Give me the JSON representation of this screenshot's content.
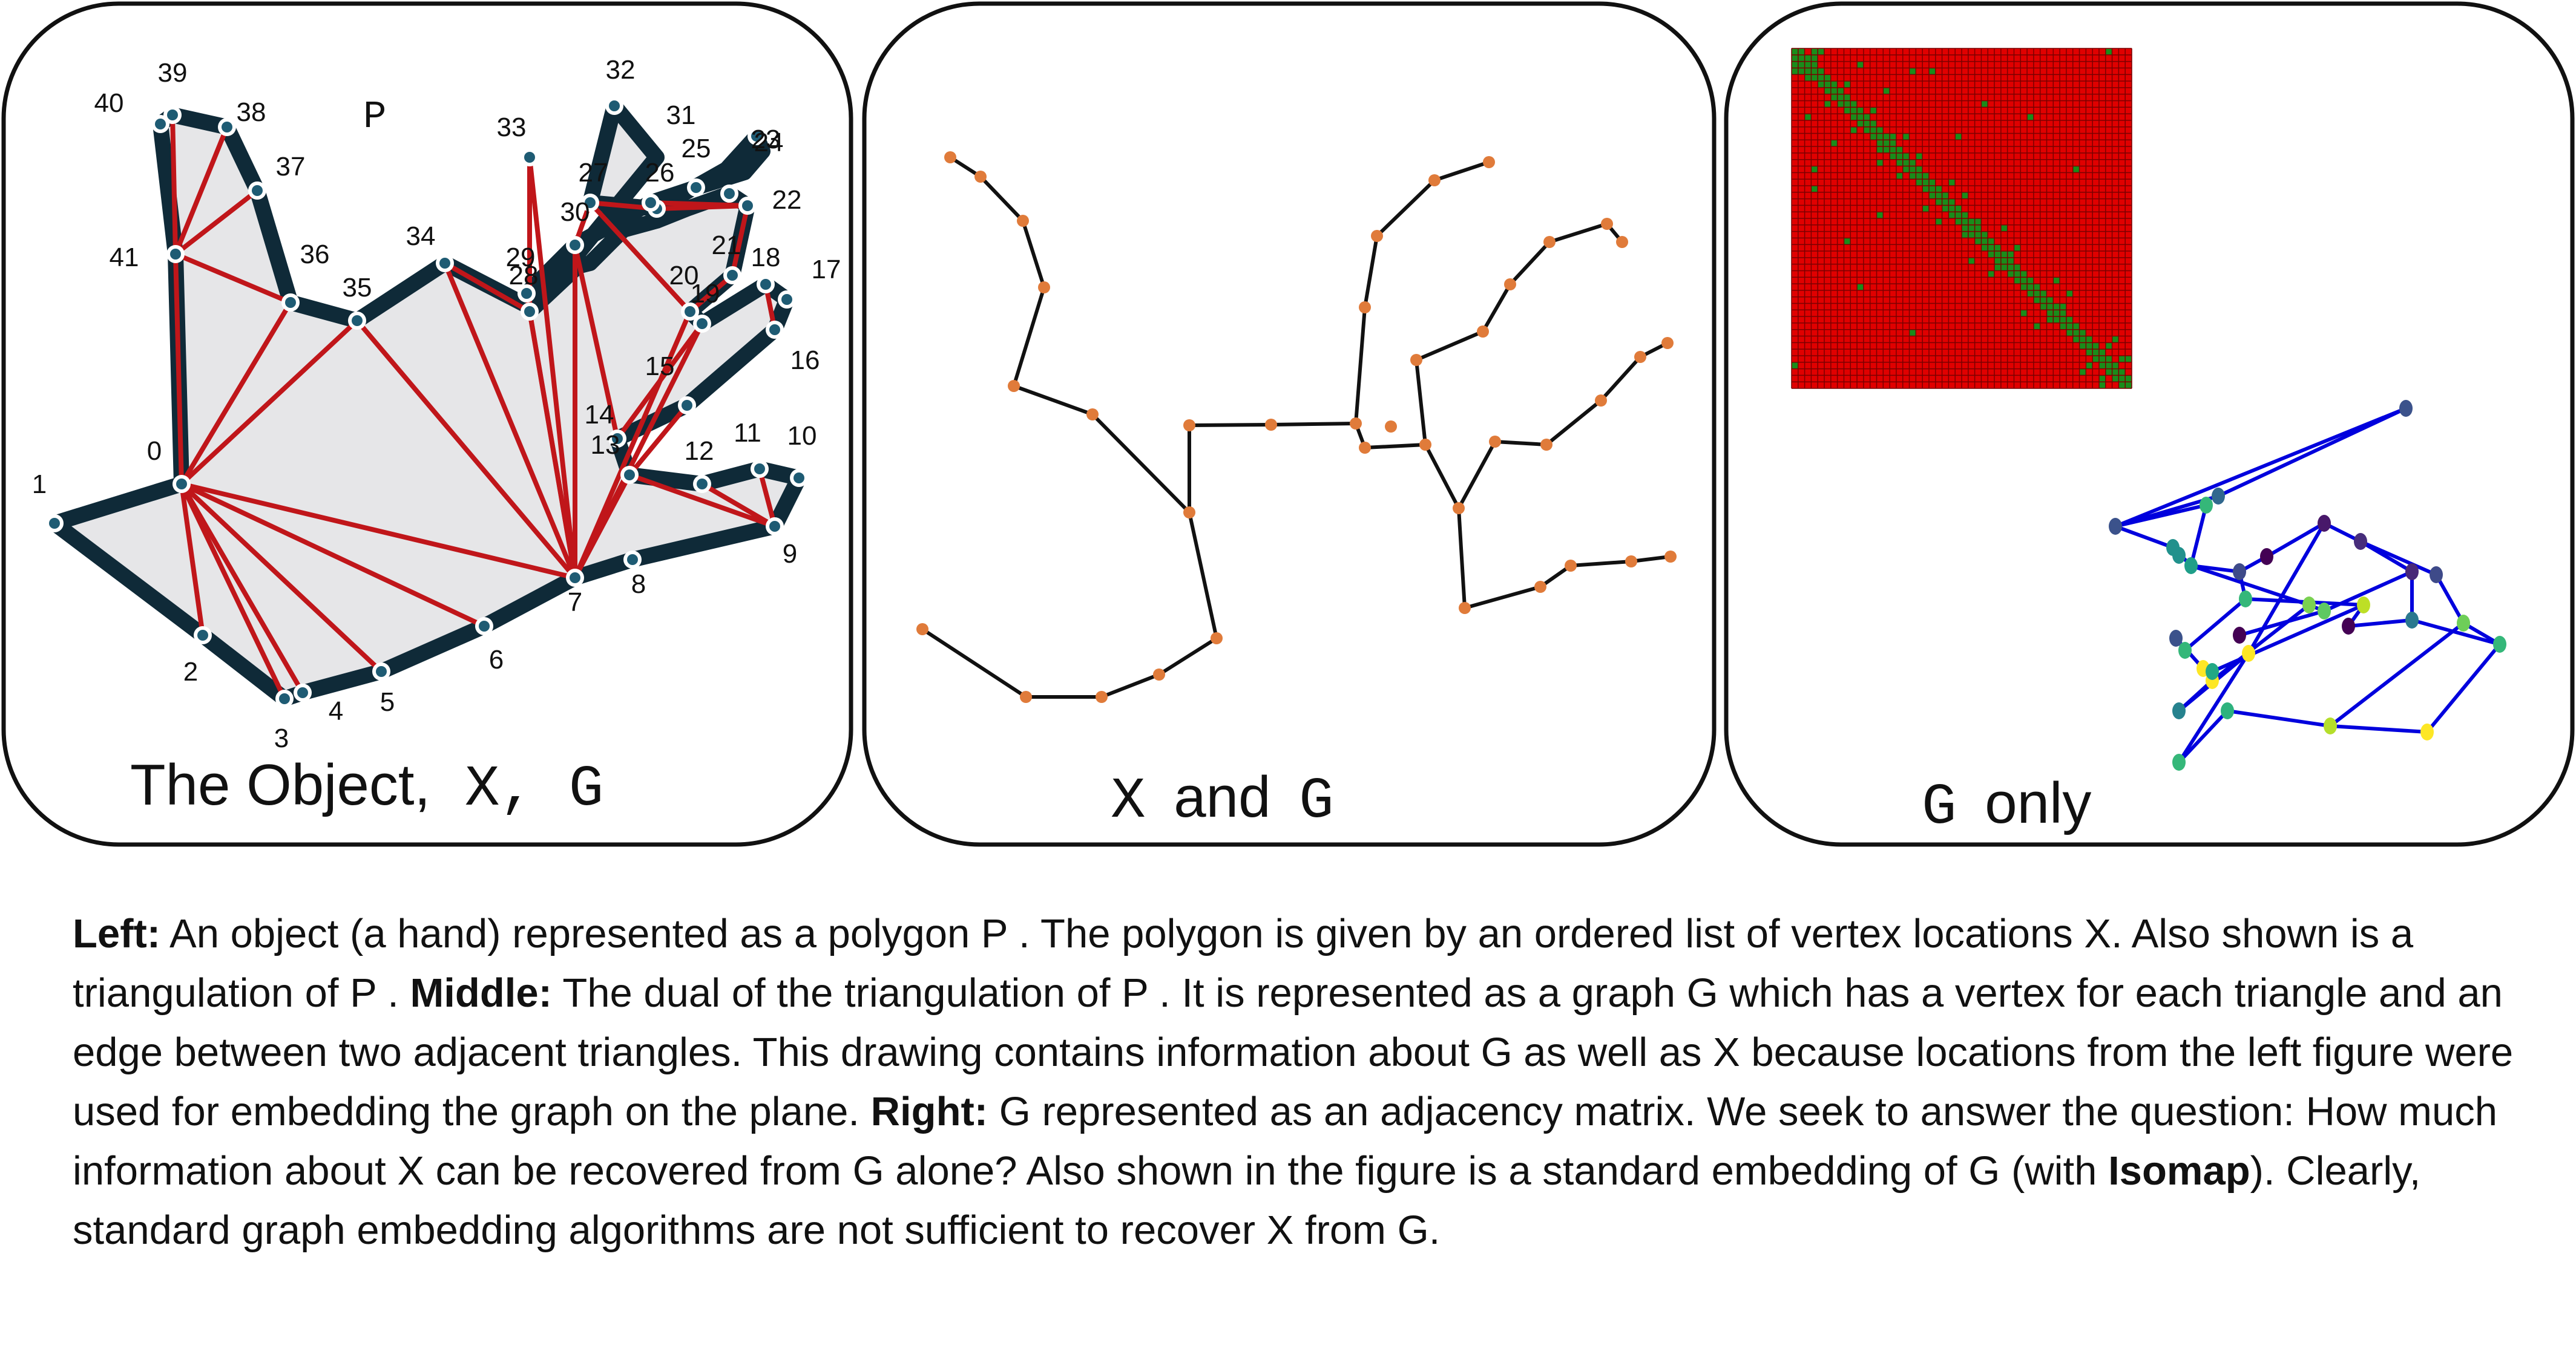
{
  "colors": {
    "polygon_fill": "#e6e6e8",
    "polygon_edge": "#0f2a38",
    "triangulation": "#c0161a",
    "vertex": "#1e5b73",
    "dual_node": "#e07b3a",
    "matrix_red": "#e00000",
    "matrix_green": "#1a8c1a",
    "isomap_edge": "#0000dd"
  },
  "panels": {
    "left": {
      "label_p": "P",
      "title_text": "The Object,",
      "title_x": "X,",
      "title_g": "G",
      "vertex_labels": [
        "0",
        "1",
        "2",
        "3",
        "4",
        "5",
        "6",
        "7",
        "8",
        "9",
        "10",
        "11",
        "12",
        "13",
        "14",
        "15",
        "16",
        "17",
        "18",
        "19",
        "20",
        "21",
        "22",
        "23",
        "24",
        "25",
        "26",
        "27",
        "28",
        "29",
        "30",
        "31",
        "32",
        "33",
        "34",
        "35",
        "36",
        "37",
        "38",
        "39",
        "40",
        "41"
      ]
    },
    "middle": {
      "title_x": "X",
      "title_text": "and",
      "title_g": "G"
    },
    "right": {
      "title_g": "G",
      "title_text": "only"
    }
  },
  "caption": {
    "left_label": "Left:",
    "left_text": " An object (a hand) represented as a polygon P . The polygon is given by an ordered list of vertex locations X. Also shown is a triangulation of P . ",
    "middle_label": "Middle:",
    "middle_text": " The dual of the triangulation of P . It is represented as a graph G which has a vertex for each triangle and an edge between two adjacent triangles. This drawing contains information about G as well as X because locations from the left figure were used for embedding the graph on the plane. ",
    "right_label": "Right:",
    "right_text": " G represented as an adjacency matrix. We seek to answer the question: How much information about X can be recovered from G alone? Also shown in the figure is a standard embedding of G (with ",
    "isomap": "Isomap",
    "end_text": "). Clearly, standard graph embedding algorithms are not sufficient to recover X from G."
  }
}
